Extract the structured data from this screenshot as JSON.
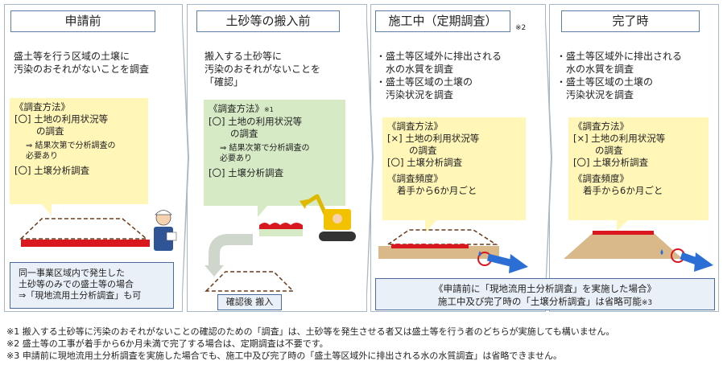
{
  "stages": [
    {
      "title": "申請前",
      "desc": [
        "盛土等を行う区域の土壌に",
        "汚染のおそれがないことを調査"
      ],
      "method": {
        "head": "《調査方法》",
        "l1": "[〇] 土地の利用状況等",
        "l1b": "の調査",
        "sub1": "⇒ 結果次第で分析調査の",
        "sub2": "必要あり",
        "l2": "[〇] 土壌分析調査"
      },
      "bottom": [
        "同一事業区域内で発生した",
        "土砂等のみでの盛土等の場合",
        "⇒「現地流用土分析調査」も可"
      ]
    },
    {
      "title": "土砂等の搬入前",
      "desc": [
        "搬入する土砂等に",
        "汚染のおそれがないことを",
        "「確認」"
      ],
      "method": {
        "head": "《調査方法》",
        "mark": "※1",
        "l1": "[〇] 土地の利用状況等",
        "l1b": "の調査",
        "sub1": "⇒ 結果次第で分析調査の",
        "sub2": "必要あり",
        "l2": "[〇] 土壌分析調査"
      },
      "tag": "確認後 搬入"
    },
    {
      "title": "施工中（定期調査）",
      "mark": "※2",
      "desc": [
        "・盛土等区域外に排出される",
        "水の水質を調査",
        "・盛土等区域の土壌の",
        "汚染状況を調査"
      ],
      "method": {
        "head": "《調査方法》",
        "l1": "[×] 土地の利用状況等",
        "l1b": "の調査",
        "l2": "[〇] 土壌分析調査",
        "freq_head": "《調査頻度》",
        "freq": "着手から6か月ごと"
      }
    },
    {
      "title": "完了時",
      "desc": [
        "・盛土等区域外に排出される",
        "水の水質を調査",
        "・盛土等区域の土壌の",
        "汚染状況を調査"
      ],
      "method": {
        "head": "《調査方法》",
        "l1": "[×] 土地の利用状況等",
        "l1b": "の調査",
        "l2": "[〇] 土壌分析調査",
        "freq_head": "《調査頻度》",
        "freq": "着手から6か月ごと"
      }
    }
  ],
  "shared_note": {
    "l1": "《申請前に「現地流用土分析調査」を実施した場合》",
    "l2": "施工中及び完了時の「土壌分析調査」は省略可能",
    "mark": "※3"
  },
  "footnotes": [
    "※1  搬入する土砂等に汚染のおそれがないことの確認のための「調査」は、土砂等を発生させる者又は盛土等を行う者のどちらが実施しても構いません。",
    "※2  盛土等の工事が着手から6か月未満で完了する場合は、定期調査は不要です。",
    "※3  申請前に現地流用土分析調査を実施した場合でも、施工中及び完了時の「盛土等区域外に排出される水の水質調査」は省略できません。"
  ],
  "colors": {
    "border": "#a9b8c8",
    "title_border": "#5a7fa8",
    "yellow": "#fff6b8",
    "green": "#d6ebc5",
    "shared_box": "#eaf0f7",
    "soil": "#d9b98a",
    "red": "#d8171f",
    "arrow": "#2b6fd6"
  }
}
